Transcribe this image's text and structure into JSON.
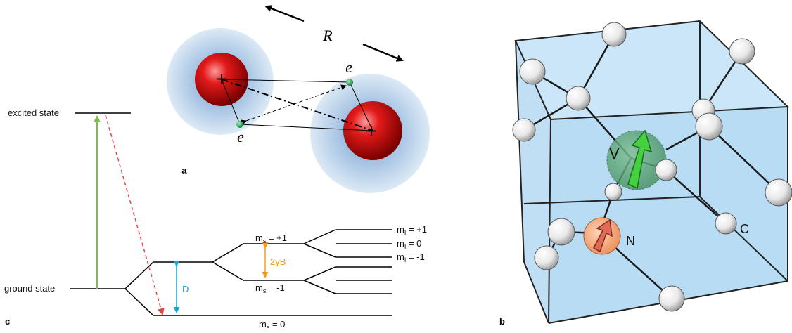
{
  "panel_a": {
    "label": "a",
    "distance_label": "R",
    "electron_top_label": "e",
    "electron_bottom_label": "e",
    "nucleus_charge": "+"
  },
  "panel_b": {
    "label": "b",
    "vacancy_label": "V",
    "nitrogen_label": "N",
    "carbon_label": "C"
  },
  "panel_c": {
    "label": "c",
    "excited_state": "excited state",
    "ground_state": "ground state",
    "zero_field_split": "D",
    "zeeman_split": "2γB",
    "ms_plus1_prefix": "m",
    "ms_plus1_sub": "s",
    "ms_plus1_value": " = +1",
    "ms_minus1_prefix": "m",
    "ms_minus1_sub": "s",
    "ms_minus1_value": " = -1",
    "ms_zero_prefix": "m",
    "ms_zero_sub": "s",
    "ms_zero_value": " = 0",
    "mi_plus1_prefix": "m",
    "mi_plus1_sub": "I",
    "mi_plus1_value": " = +1",
    "mi_zero_prefix": "m",
    "mi_zero_sub": "I",
    "mi_zero_value": " = 0",
    "mi_minus1_prefix": "m",
    "mi_minus1_sub": "I",
    "mi_minus1_value": " = -1"
  },
  "colors": {
    "nucleus": "#d81515",
    "cloud": "#8fb4dc",
    "electron": "#1aa34a",
    "crystal": "#b9dcf5",
    "vacancy": "#4fa06b",
    "nitrogen": "#f2a47a",
    "excitation": "#7cbd4a",
    "decay": "#e04848",
    "split_D": "#1ba6c7",
    "split_zeeman": "#f39a1e"
  }
}
